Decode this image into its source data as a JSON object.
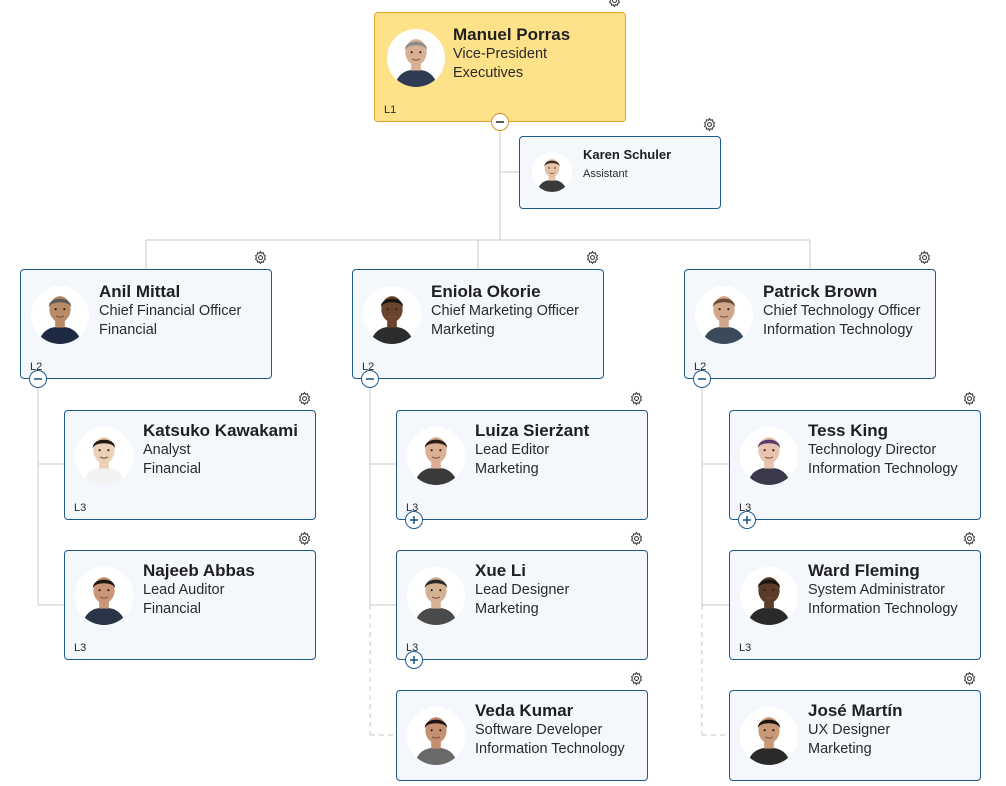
{
  "nodes": [
    {
      "id": "manuel",
      "name": "Manuel Porras",
      "title": "Vice-President",
      "dept": "Executives",
      "level": "L1",
      "type": "root",
      "skin": "#d9b094",
      "hair": "#8a8a8a",
      "shirt": "#2f3b52",
      "toggle": "minus"
    },
    {
      "id": "karen",
      "name": "Karen Schuler",
      "title": "Assistant",
      "dept": "",
      "level": "",
      "type": "assistant",
      "skin": "#e6c2a6",
      "hair": "#3a2a22",
      "shirt": "#3a3a3a",
      "toggle": ""
    },
    {
      "id": "anil",
      "name": "Anil Mittal",
      "title": "Chief Financial Officer",
      "dept": "Financial",
      "level": "L2",
      "type": "normal",
      "skin": "#b88a66",
      "hair": "#5a5a5a",
      "shirt": "#1e2a44",
      "toggle": "minus"
    },
    {
      "id": "eniola",
      "name": "Eniola Okorie",
      "title": "Chief Marketing Officer",
      "dept": "Marketing",
      "level": "L2",
      "type": "normal",
      "skin": "#6b4430",
      "hair": "#1a1410",
      "shirt": "#2c2c2c",
      "toggle": "minus"
    },
    {
      "id": "patrick",
      "name": "Patrick Brown",
      "title": "Chief Technology Officer",
      "dept": "Information Technology",
      "level": "L2",
      "type": "normal",
      "skin": "#d2a68a",
      "hair": "#6a4a34",
      "shirt": "#3a4a5a",
      "toggle": "minus"
    },
    {
      "id": "katsuko",
      "name": "Katsuko Kawakami",
      "title": "Analyst",
      "dept": "Financial",
      "level": "L3",
      "type": "normal",
      "skin": "#ecd0b8",
      "hair": "#201814",
      "shirt": "#f2f2f2",
      "toggle": ""
    },
    {
      "id": "najeeb",
      "name": "Najeeb Abbas",
      "title": "Lead Auditor",
      "dept": "Financial",
      "level": "L3",
      "type": "normal",
      "skin": "#c89676",
      "hair": "#1e1612",
      "shirt": "#2a3348",
      "toggle": ""
    },
    {
      "id": "luiza",
      "name": "Luiza Sierżant",
      "title": "Lead Editor",
      "dept": "Marketing",
      "level": "L3",
      "type": "normal",
      "skin": "#dcae94",
      "hair": "#2a1c16",
      "shirt": "#3a3a3a",
      "toggle": "plus"
    },
    {
      "id": "xue",
      "name": "Xue Li",
      "title": "Lead Designer",
      "dept": "Marketing",
      "level": "L3",
      "type": "normal",
      "skin": "#d6b294",
      "hair": "#2a2a2a",
      "shirt": "#4a4a4a",
      "toggle": "plus"
    },
    {
      "id": "veda",
      "name": "Veda Kumar",
      "title": "Software Developer",
      "dept": "Information Technology",
      "level": "",
      "type": "normal",
      "skin": "#c49070",
      "hair": "#1e1410",
      "shirt": "#6a6a6a",
      "toggle": ""
    },
    {
      "id": "tess",
      "name": "Tess King",
      "title": "Technology Director",
      "dept": "Information Technology",
      "level": "L3",
      "type": "normal",
      "skin": "#e8c4ae",
      "hair": "#5a3a6a",
      "shirt": "#3a3a4a",
      "toggle": "plus"
    },
    {
      "id": "ward",
      "name": "Ward Fleming",
      "title": "System Administrator",
      "dept": "Information Technology",
      "level": "L3",
      "type": "normal",
      "skin": "#5a3a28",
      "hair": "#1a1410",
      "shirt": "#2a2a2a",
      "toggle": ""
    },
    {
      "id": "jose",
      "name": "José Martín",
      "title": "UX Designer",
      "dept": "Marketing",
      "level": "",
      "type": "normal",
      "skin": "#c89a78",
      "hair": "#1a1410",
      "shirt": "#2a2a2a",
      "toggle": ""
    }
  ],
  "colors": {
    "card_bg": "#f4f8fc",
    "card_border": "#1f5a8f",
    "root_bg": "#fde28a",
    "root_border": "#e3a52c",
    "connector": "#c8c8c8"
  }
}
